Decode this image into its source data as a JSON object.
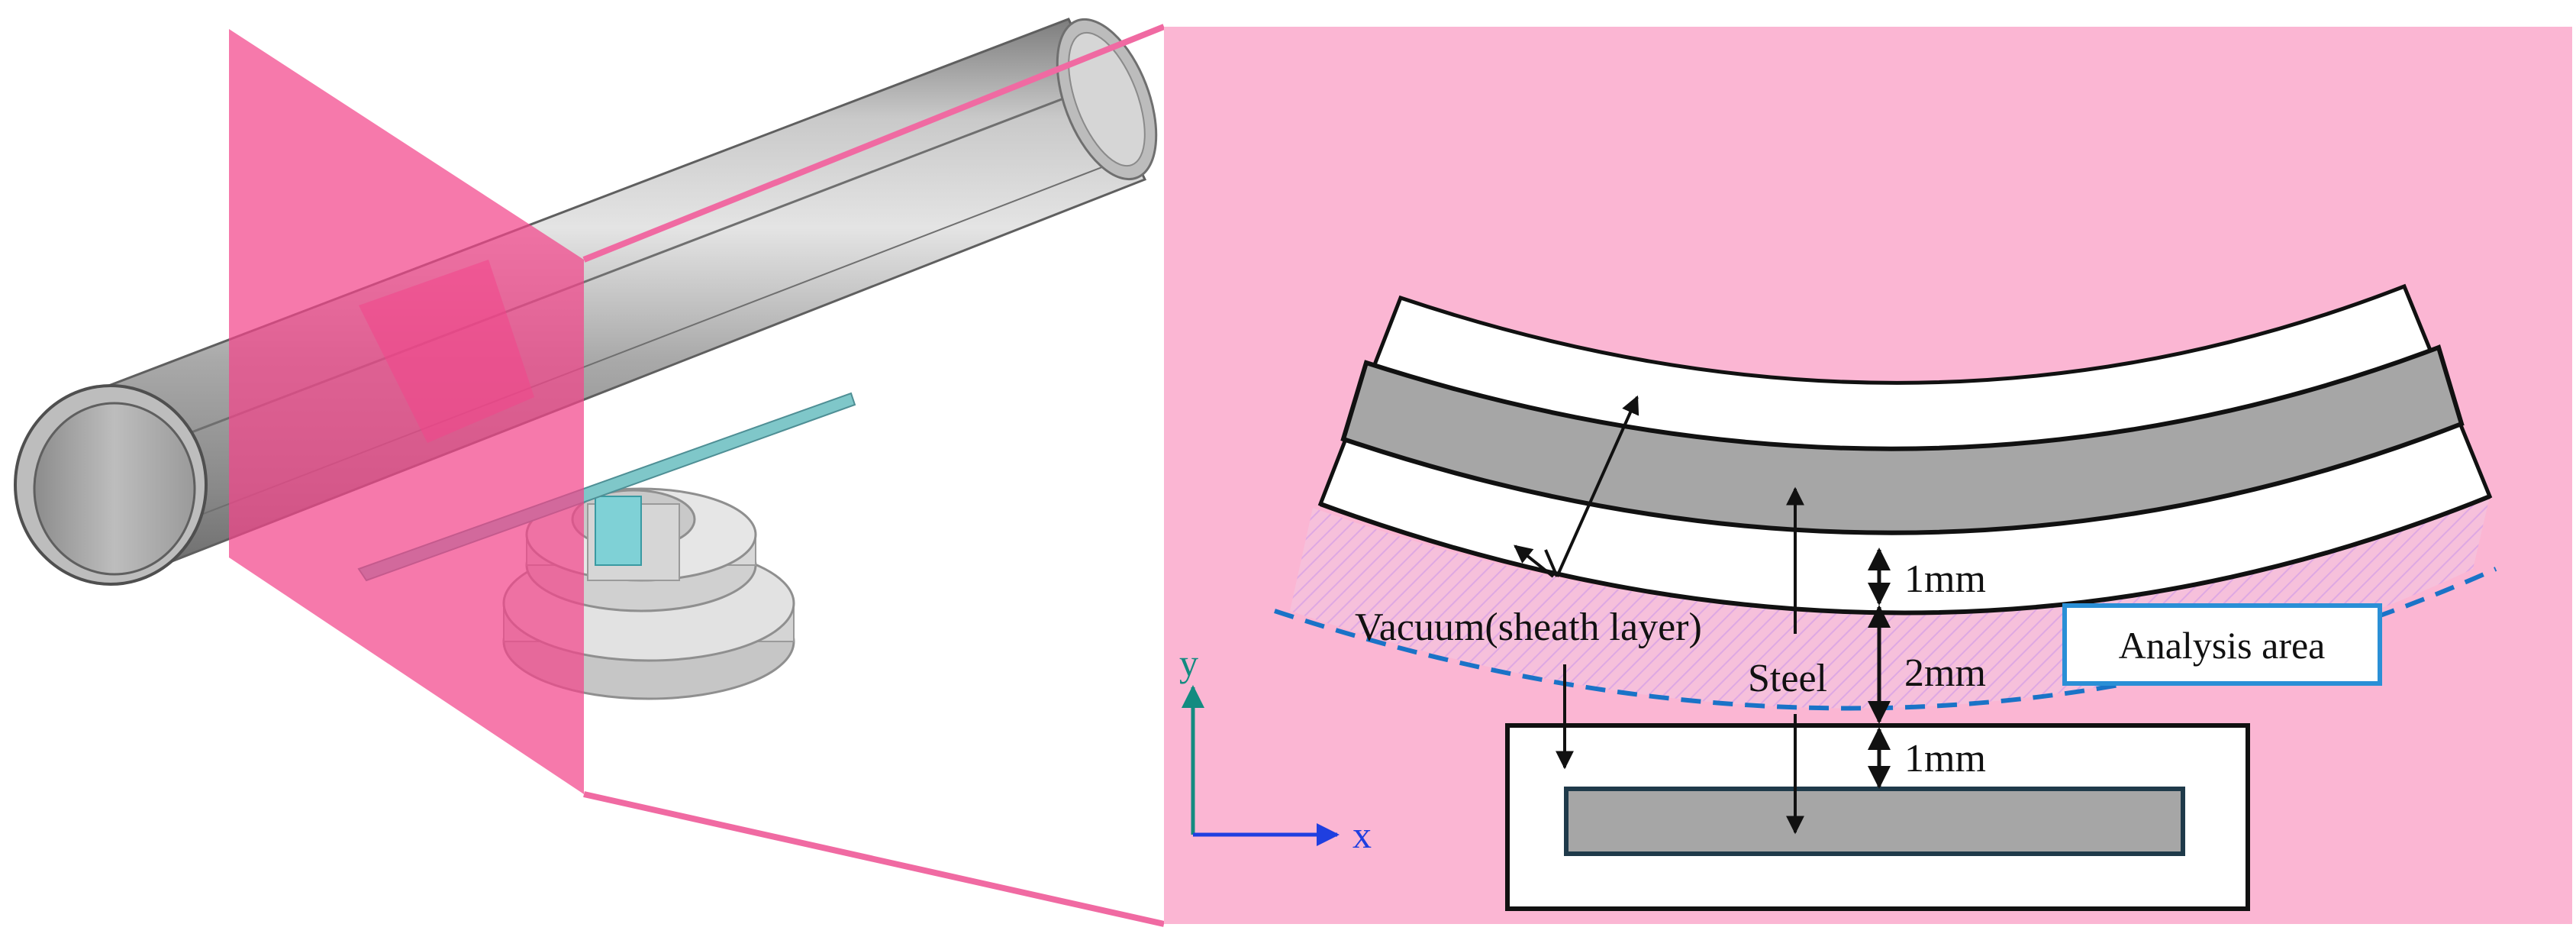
{
  "colors": {
    "pink_background": "#fbb6d3",
    "cut_plane": "#f2458b",
    "connector_lines": "#f06aa2",
    "steel_gray": "#a6a6a6",
    "outline": "#111111",
    "analysis_boundary_blue": "#1a73c7",
    "y_axis_teal": "#138b80",
    "x_axis_blue": "#1f3fe0",
    "analysis_box_border": "#2a8fd6"
  },
  "icons": {
    "model_3d": "pipe-and-flange-3d-model",
    "axis_triad": "xy-axis-arrows"
  },
  "labels": {
    "vacuum": "Vacuum(sheath layer)",
    "steel": "Steel",
    "dim_top": "1mm",
    "dim_middle": "2mm",
    "dim_bottom": "1mm",
    "analysis_area": "Analysis area",
    "axis_y": "y",
    "axis_x": "x"
  }
}
